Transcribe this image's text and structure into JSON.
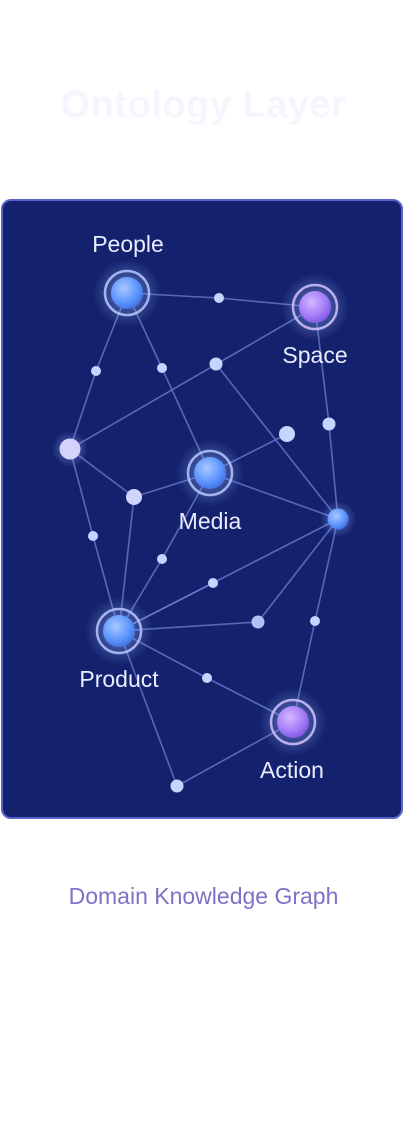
{
  "header": {
    "title": "Ontology Layer"
  },
  "graph": {
    "labels": {
      "people": "People",
      "space": "Space",
      "media": "Media",
      "product": "Product",
      "action": "Action"
    }
  },
  "caption": "Domain Knowledge Graph",
  "colors": {
    "background": "#14226e",
    "card_border": "#5c63c8",
    "edge": "#6d7fd6",
    "blue_node": "#5f98ff",
    "purple_node": "#a77ef9",
    "small_node": "#c4d6ff",
    "caption": "#7d72c6"
  }
}
